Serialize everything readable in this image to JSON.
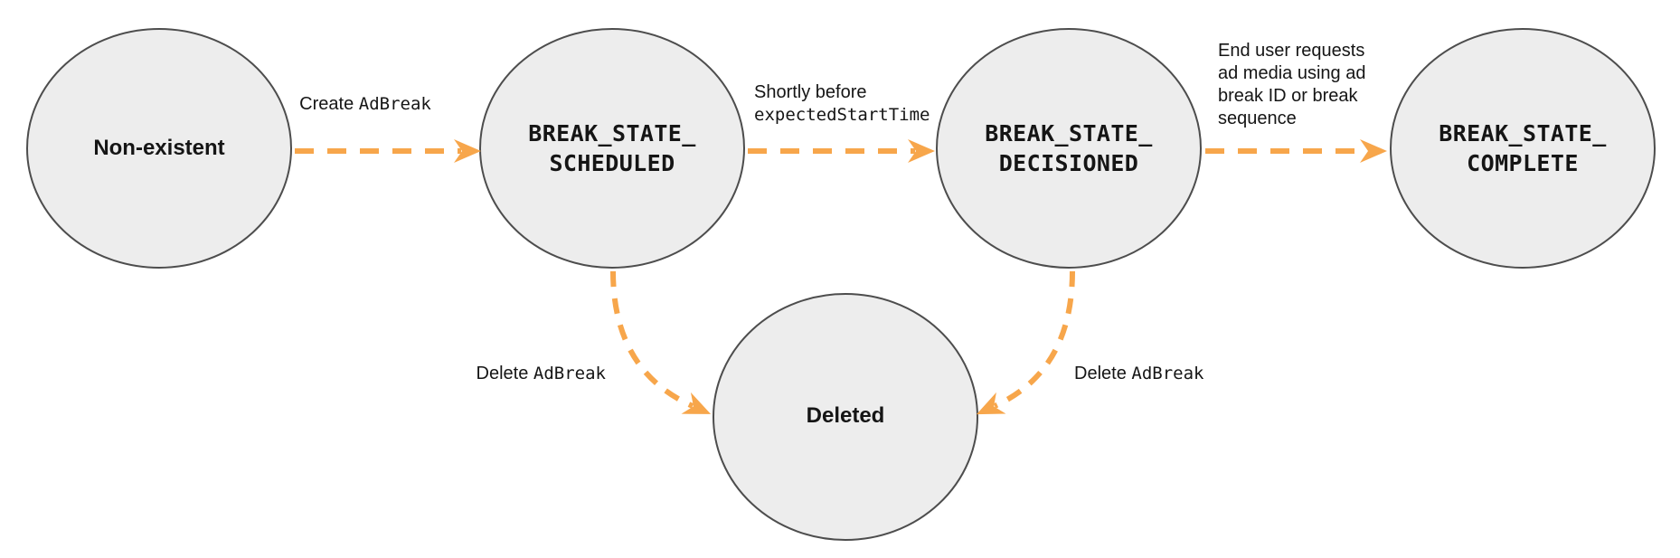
{
  "diagram": {
    "type": "state-machine",
    "description": "Ad break lifecycle state diagram",
    "colors": {
      "arrow": "#F7A64B",
      "state_fill": "#EDEDED",
      "state_stroke": "#4D4D4D",
      "text": "#151515"
    },
    "states": [
      {
        "id": "non-existent",
        "label": "Non-existent",
        "style": "plain"
      },
      {
        "id": "break-state-scheduled",
        "label": "BREAK_STATE_\nSCHEDULED",
        "style": "code"
      },
      {
        "id": "break-state-decisioned",
        "label": "BREAK_STATE_\nDECISIONED",
        "style": "code"
      },
      {
        "id": "break-state-complete",
        "label": "BREAK_STATE_\nCOMPLETE",
        "style": "code"
      },
      {
        "id": "deleted",
        "label": "Deleted",
        "style": "plain"
      }
    ],
    "transitions": [
      {
        "from": "non-existent",
        "to": "break-state-scheduled",
        "label_prefix": "Create ",
        "label_code": "AdBreak"
      },
      {
        "from": "break-state-scheduled",
        "to": "break-state-decisioned",
        "label_prefix": "Shortly before",
        "label_code": "expectedStartTime"
      },
      {
        "from": "break-state-decisioned",
        "to": "break-state-complete",
        "label": "End user requests\nad media using ad\nbreak ID or break\nsequence"
      },
      {
        "from": "break-state-scheduled",
        "to": "deleted",
        "label_prefix": "Delete ",
        "label_code": "AdBreak"
      },
      {
        "from": "break-state-decisioned",
        "to": "deleted",
        "label_prefix": "Delete ",
        "label_code": "AdBreak"
      }
    ]
  }
}
